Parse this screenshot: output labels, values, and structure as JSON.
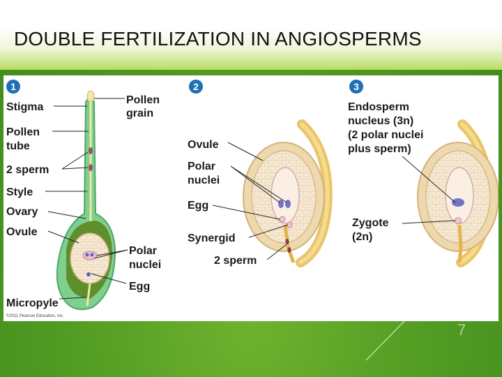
{
  "slide": {
    "title": "DOUBLE FERTILIZATION IN ANGIOSPERMS",
    "page_number": "7"
  },
  "figure": {
    "copyright": "©2011 Pearson Education, Inc.",
    "panel1": {
      "number": "1",
      "labels": {
        "stigma": "Stigma",
        "pollen_grain_1": "Pollen",
        "pollen_grain_2": "grain",
        "pollen_tube_1": "Pollen",
        "pollen_tube_2": "tube",
        "two_sperm": "2 sperm",
        "style": "Style",
        "ovary": "Ovary",
        "ovule": "Ovule",
        "polar_nuclei_1": "Polar",
        "polar_nuclei_2": "nuclei",
        "egg": "Egg",
        "micropyle": "Micropyle"
      }
    },
    "panel2": {
      "number": "2",
      "labels": {
        "ovule": "Ovule",
        "polar_nuclei_1": "Polar",
        "polar_nuclei_2": "nuclei",
        "egg": "Egg",
        "synergid": "Synergid",
        "two_sperm": "2 sperm"
      }
    },
    "panel3": {
      "number": "3",
      "labels": {
        "endosperm_1": "Endosperm",
        "endosperm_2": "nucleus (3n)",
        "endosperm_3": "(2 polar nuclei",
        "endosperm_4": "plus sperm)",
        "zygote_1": "Zygote",
        "zygote_2": "(2n)"
      }
    }
  }
}
